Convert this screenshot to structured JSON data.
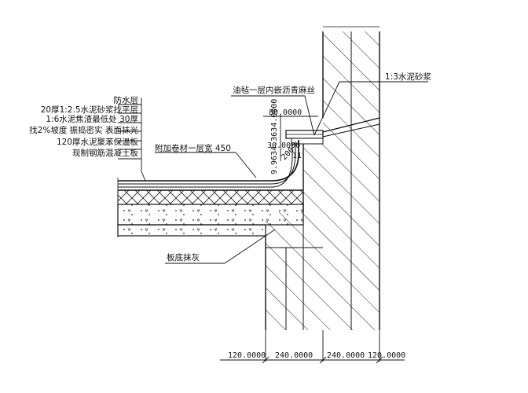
{
  "labels": {
    "waterproof": "防水层",
    "leveling": "20厚1:2.5水泥砂浆找平层",
    "slag": "1:6水泥焦渣最低处 30厚",
    "slope": "找2%坡度 振捣密实 表面抹光",
    "insulation": "120厚水泥聚苯保温板",
    "slab": "现制钢筋混凝土板",
    "extra_coil": "附加卷材一层宽 450",
    "felt": "油毡一层内嵌沥青麻丝",
    "mortar": "1:3水泥砂浆",
    "plaster": "板底抹灰"
  },
  "dims": {
    "d80": "80.0000",
    "d30": "30.0000",
    "d11": "11",
    "d200": "200",
    "d_vert": "9.9634.3634.0000",
    "b1": "120.0000",
    "b2": "240.0000",
    "b3": "240.0000",
    "b4": "120.0000"
  }
}
